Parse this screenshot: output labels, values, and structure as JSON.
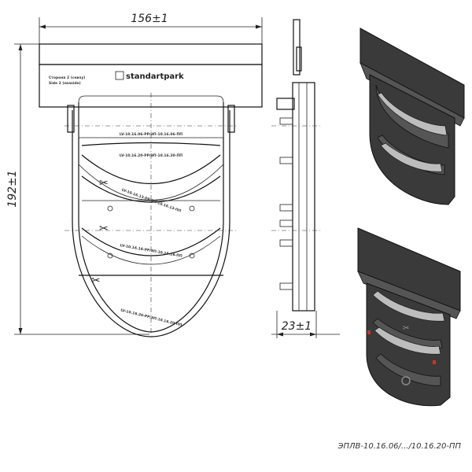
{
  "dimensions": {
    "width": "156±1",
    "height": "192±1",
    "depth": "23±1"
  },
  "front_view": {
    "side_label_ru": "Сторона 2 (снизу)",
    "side_label_en": "Side 2 (seaside)",
    "brand": "standartpark",
    "arc_labels": [
      "LV-10.16.06-PP/ЭП-10.16.06-ПП",
      "LV-10.16.20-PP/ЭП-10.16.20-ПП",
      "LV-10.16.13-PP/ЭП-10.16.13-ПП",
      "LV-10.16.16-PP/ЭП-10.16.16-ПП",
      "LV-10.16.20-PP/ЭП-10.16.20-ПП"
    ]
  },
  "caption": "ЭПЛВ-10.16.06/.../10.16.20-ПП"
}
